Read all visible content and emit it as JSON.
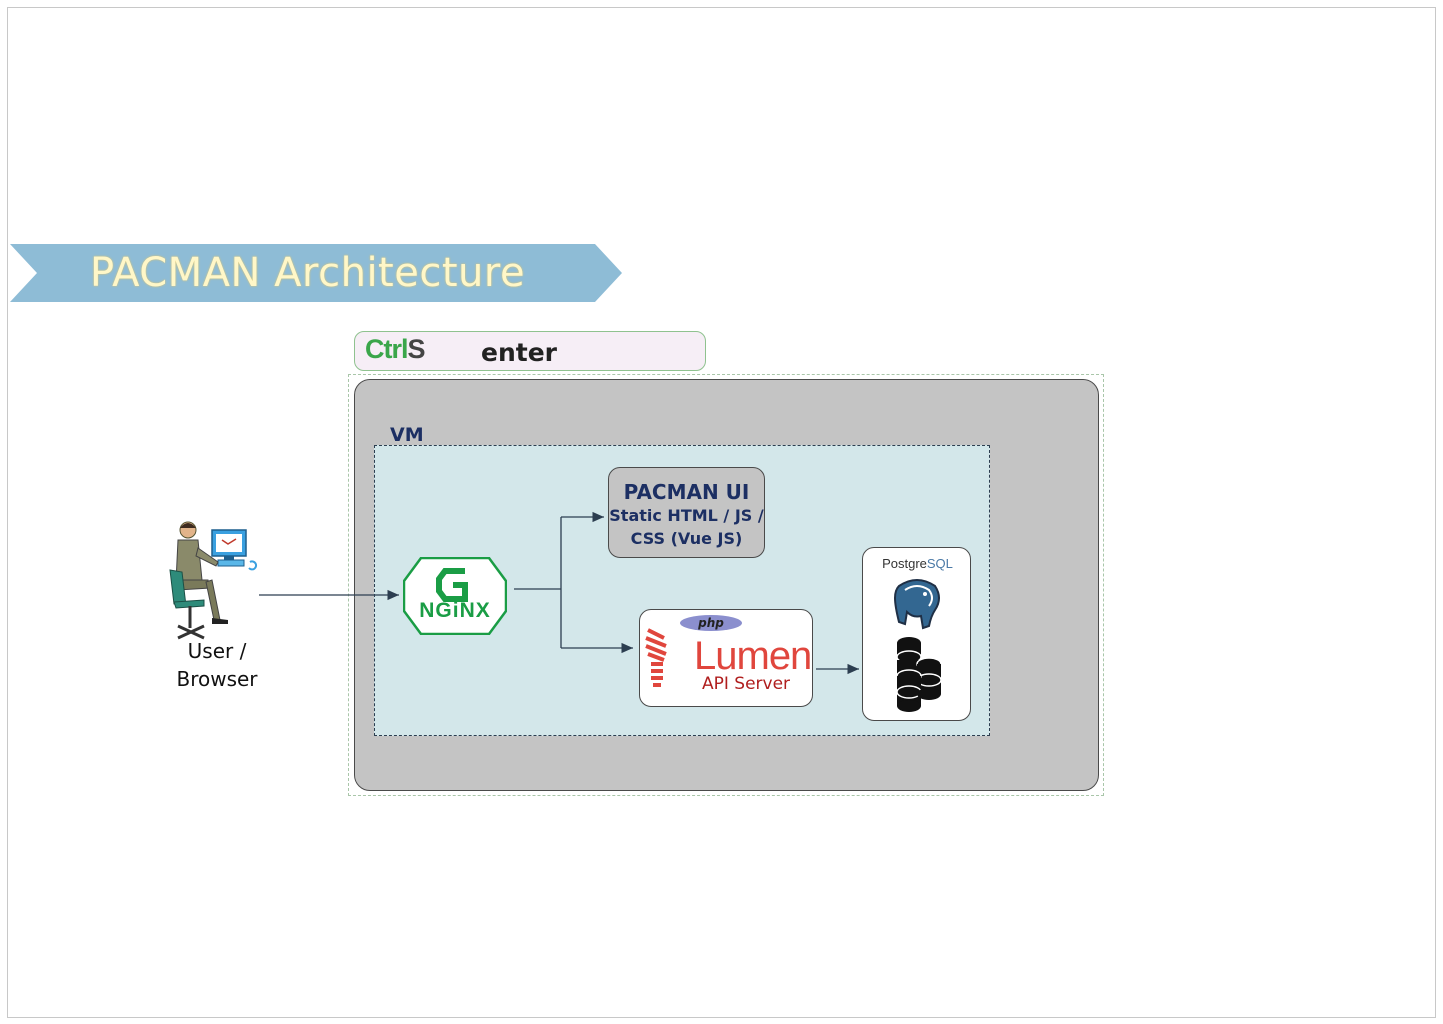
{
  "banner": {
    "title": "PACMAN Architecture",
    "color": "#8ebcd6"
  },
  "datacenter": {
    "logo_main": "Ctrl",
    "logo_accent": "S",
    "label": "enter"
  },
  "vm": {
    "label": "VM"
  },
  "user": {
    "label_line1": "User /",
    "label_line2": "Browser"
  },
  "nginx": {
    "label": "NGiNX",
    "icon": "nginx-logo-icon"
  },
  "pacman_ui": {
    "title": "PACMAN UI",
    "sub_line1": "Static HTML / JS /",
    "sub_line2": "CSS (Vue JS)"
  },
  "api_server": {
    "php_badge": "php",
    "framework": "Lumen",
    "label": "API Server"
  },
  "database": {
    "name_part1": "Postgre",
    "name_part2": "SQL"
  },
  "colors": {
    "datacenter_fill": "#c4c4c4",
    "vm_fill": "#d3e7ea",
    "arrow": "#2c3e50",
    "nginx_green": "#1a9d45"
  }
}
